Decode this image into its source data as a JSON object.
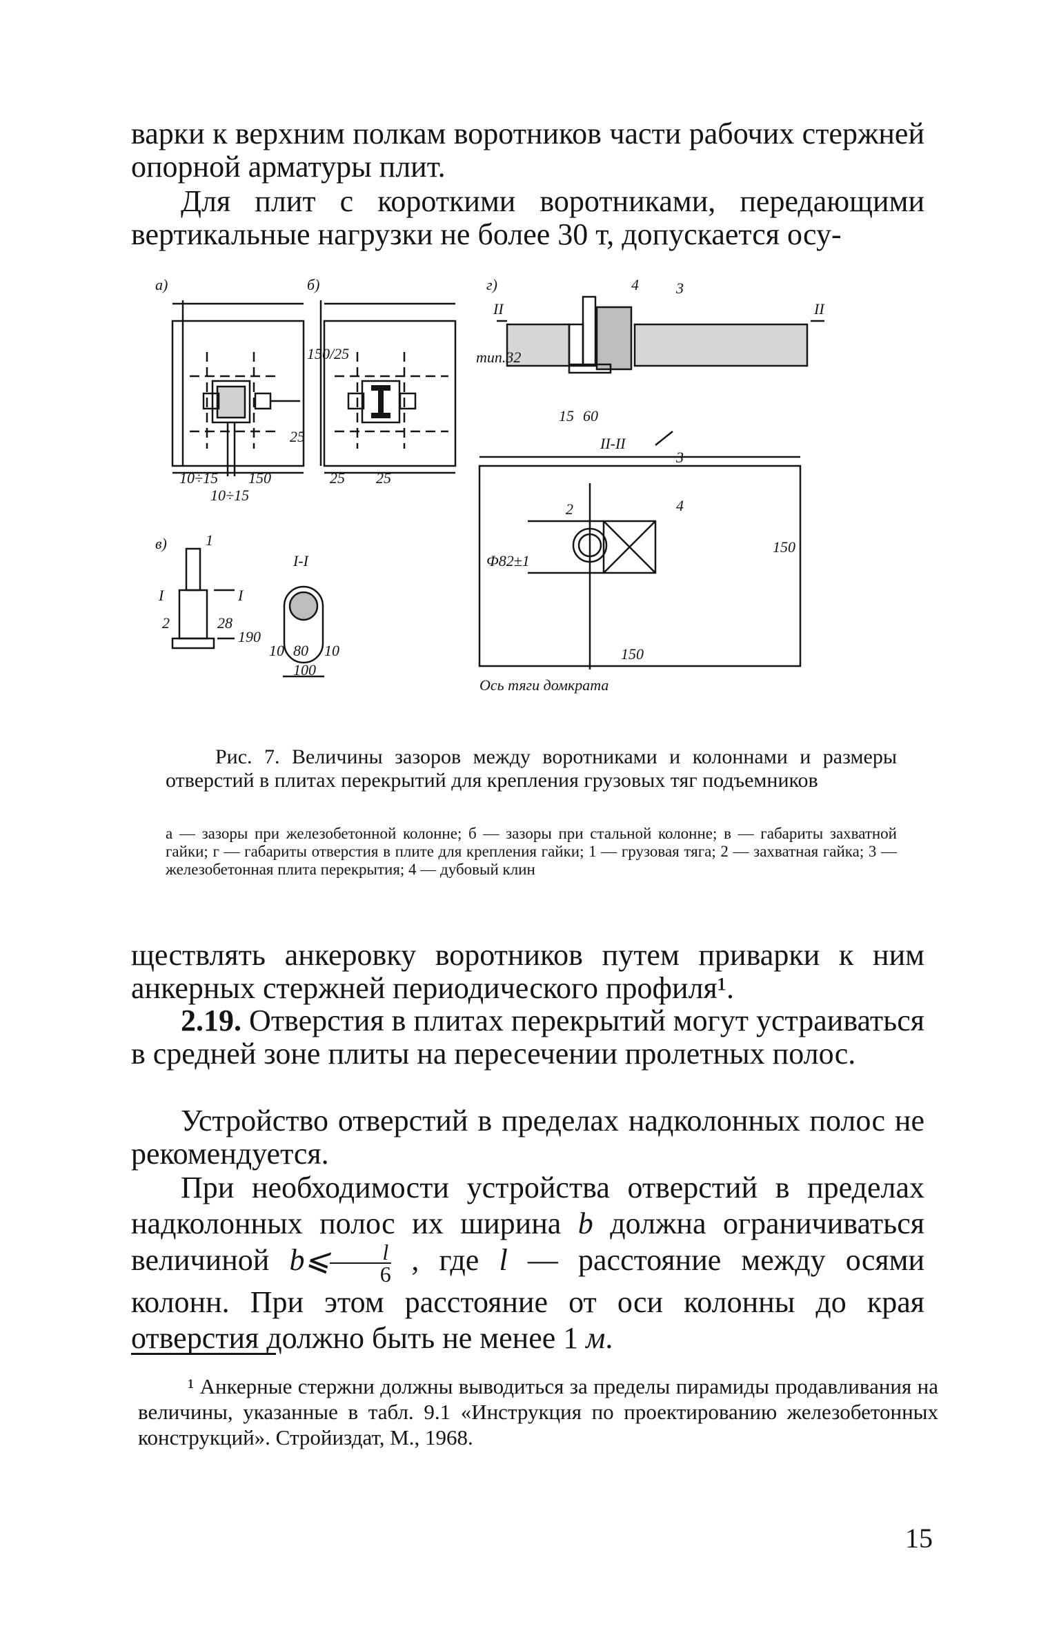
{
  "top_text": {
    "p1": "варки к верхним полкам воротников части рабочих стержней опорной арматуры плит.",
    "p2": "Для плит с короткими воротниками, передающими вертикальные нагрузки не более 30 т, допускается осу-"
  },
  "figure": {
    "labels": {
      "a": "а)",
      "b": "б)",
      "v": "в)",
      "g": "г)",
      "d_10_15_left": "10÷15",
      "d_10_15_bottom": "10÷15",
      "d_150_a": "150",
      "d_150_25": "150/25",
      "d_25_a": "25",
      "d_25_b1": "25",
      "d_25_b2": "25",
      "sec_II": "II",
      "sec_II_r": "II",
      "tip32": "тип.32",
      "d_15": "15",
      "d_60": "60",
      "sec_II_II": "II-II",
      "d_phi": "Ф82±1",
      "d_150_r": "150",
      "d_150_bottom": "150",
      "axis_text": "Ось тяги домкрата",
      "sec_I": "I",
      "sec_I_r": "I",
      "d_28": "28",
      "d_190": "190",
      "sec_I_I": "I-I",
      "d_10a": "10",
      "d_80": "80",
      "d_10b": "10",
      "d_100": "100",
      "n1": "1",
      "n2": "2",
      "n3": "3",
      "n4": "4",
      "n2b": "2",
      "n4b": "4",
      "n3b": "3"
    }
  },
  "caption": {
    "title": "Рис. 7. Величины зазоров между воротниками и колоннами и размеры отверстий в плитах перекрытий для крепления грузовых тяг подъемников",
    "legend": "а — зазоры при железобетонной колонне; б — зазоры при стальной колонне; в — габариты захватной гайки; г — габариты отверстия в плите для крепления гайки; 1 — грузовая тяга; 2 — захватная гайка; 3 — железобетонная плита перекрытия; 4 — дубовый клин"
  },
  "body": {
    "p3": "ществлять анкеровку воротников путем приварки к ним анкерных стержней периодического профиля¹.",
    "p4_num": "2.19.",
    "p4_text": " Отверстия в плитах перекрытий могут устраиваться в средней зоне плиты на пересечении пролетных полос.",
    "p5": "Устройство отверстий в пределах надколонных полос не рекомендуется.",
    "p6_a": "При необходимости устройства отверстий в пределах надколонных полос их ширина ",
    "p6_b": "b",
    "p6_c": " должна ограничиваться величиной ",
    "p6_formula_lhs": "b⩽",
    "p6_frac_num": "l",
    "p6_frac_den": "6",
    "p6_d": " , где ",
    "p6_l": "l",
    "p6_e": " — расстояние между осями колонн. При этом расстояние от оси колонны до края отверстия должно быть не менее 1 ",
    "p6_m": "м",
    "p6_f": "."
  },
  "footnote": "¹ Анкерные стержни должны выводиться за пределы пирамиды продавливания на величины, указанные в табл. 9.1 «Инструкция по проектированию железобетонных конструкций». Стройиздат, М., 1968.",
  "page_number": "15"
}
